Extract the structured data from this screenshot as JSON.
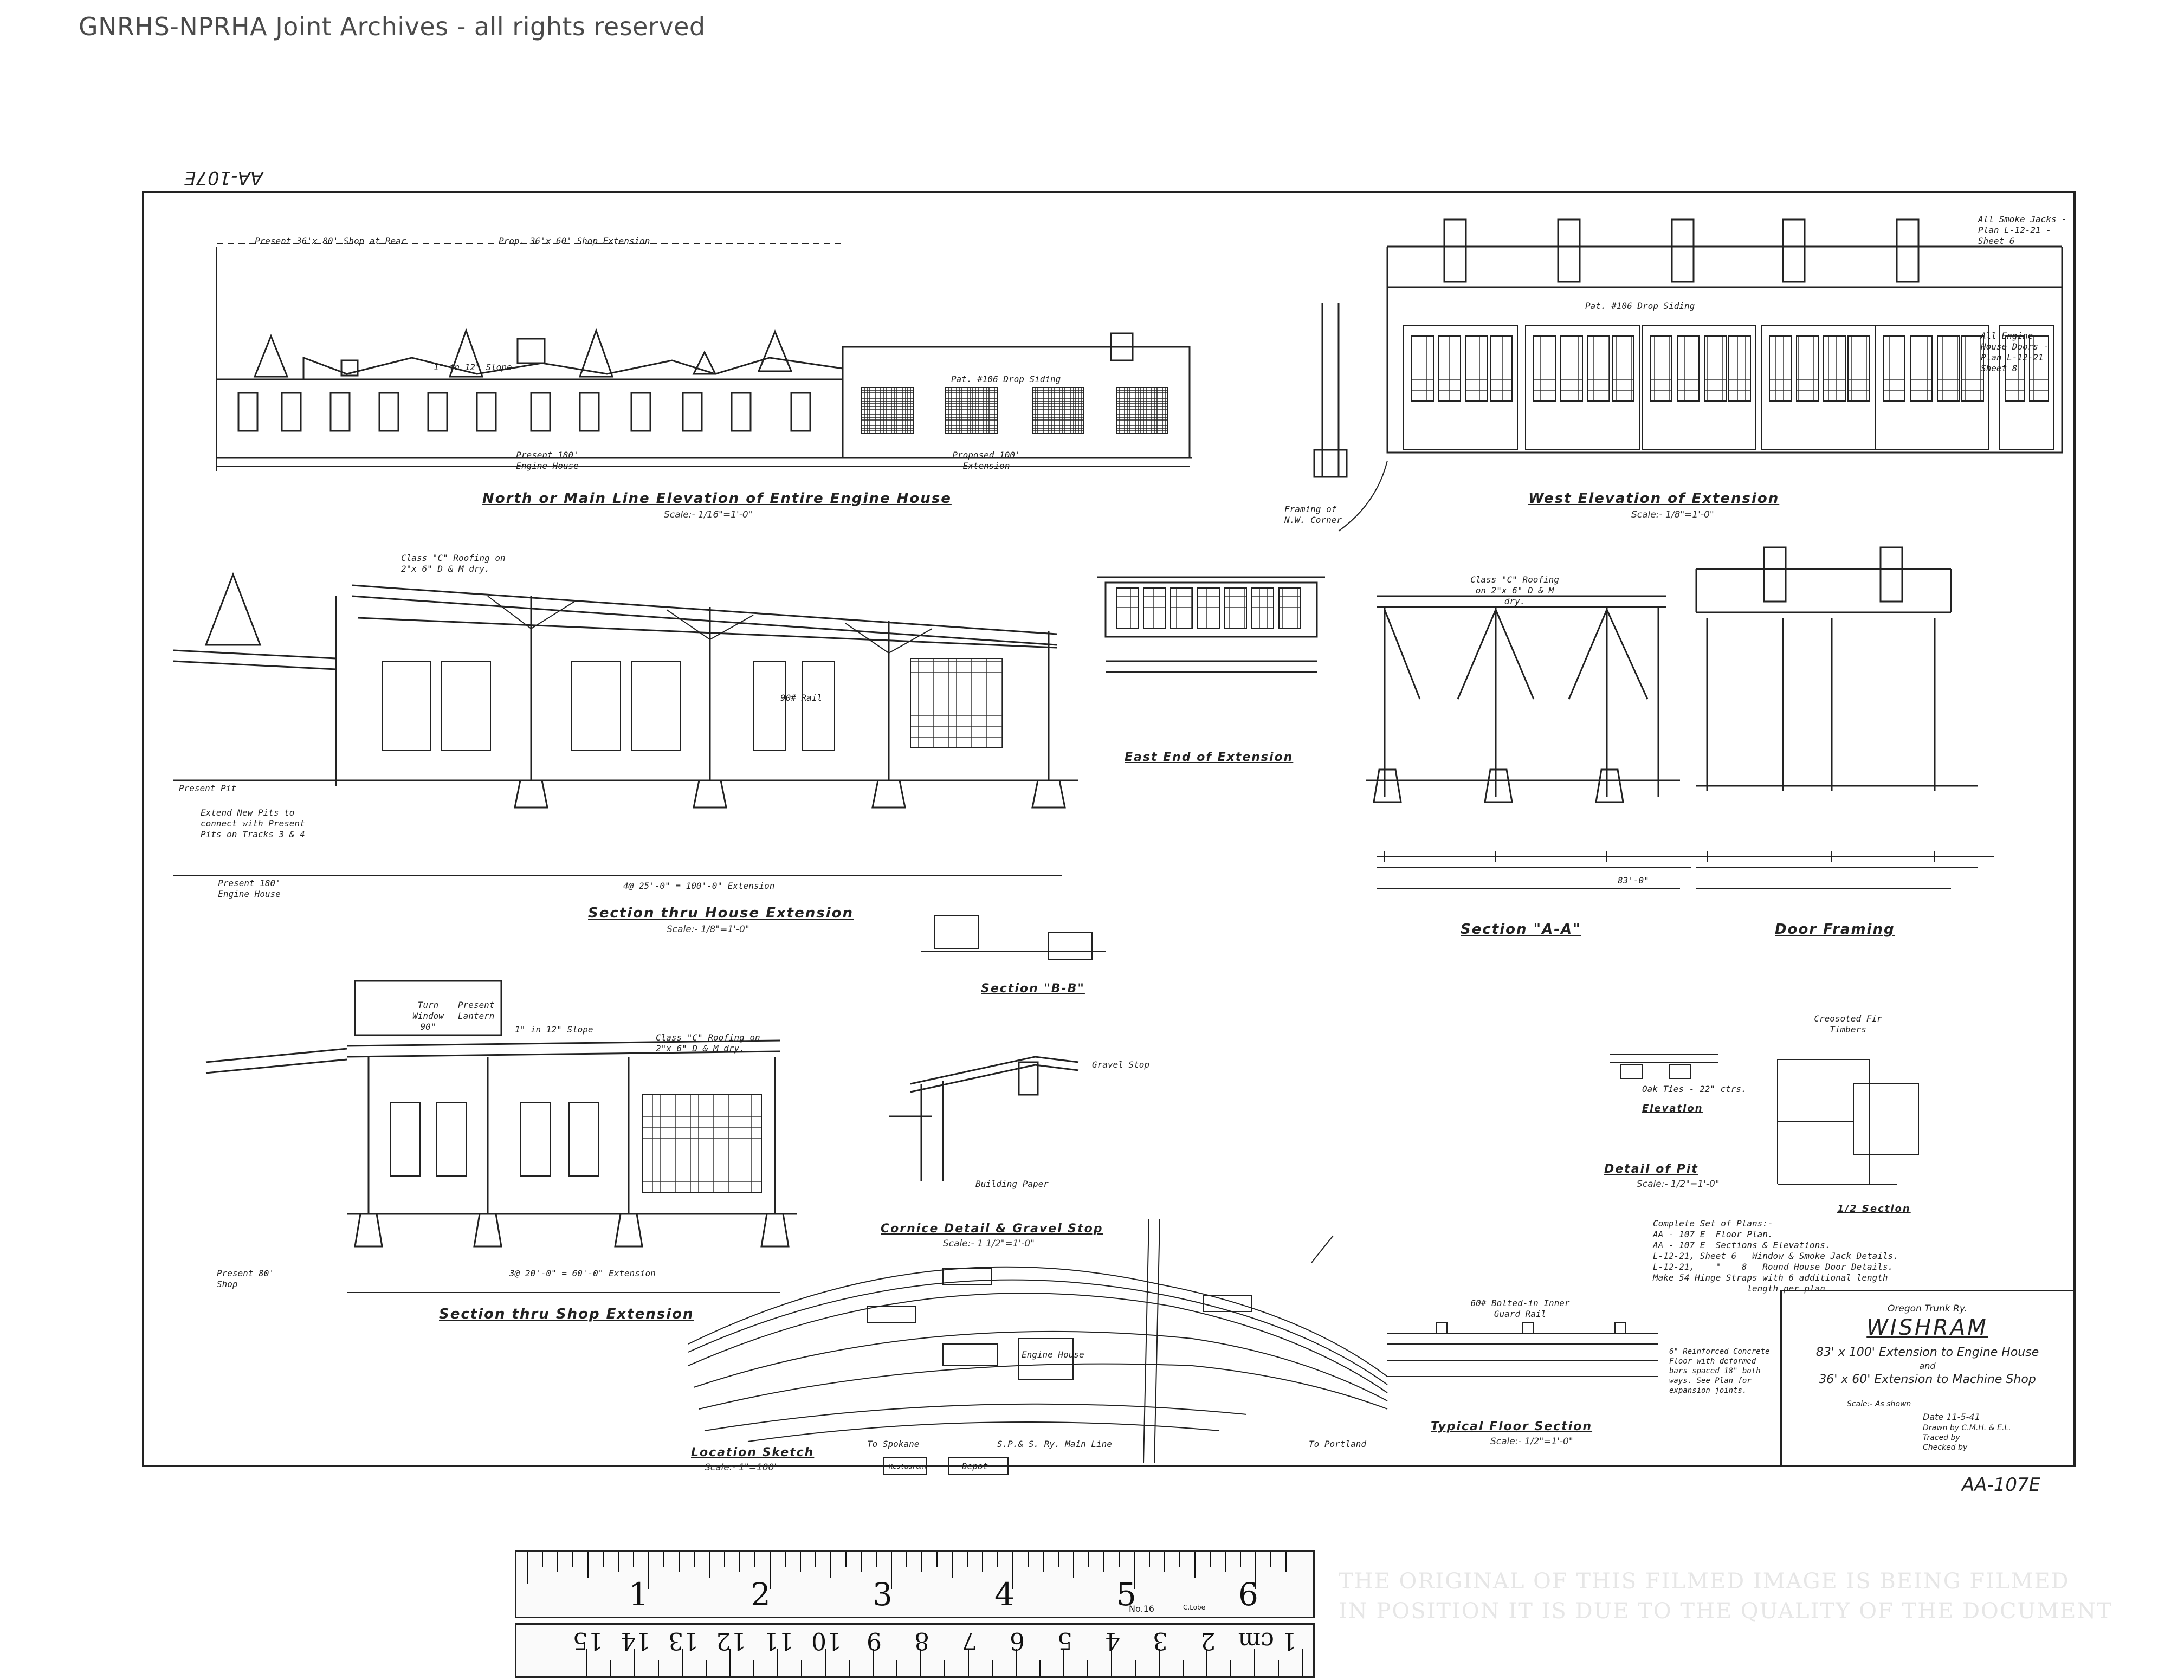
{
  "watermark": "GNRHS-NPRHA Joint Archives - all rights reserved",
  "drawing_number_top": "AA-107E",
  "drawing_number_bottom": "AA-107E",
  "views": {
    "north_elevation": {
      "title": "North or Main Line Elevation of Entire Engine House",
      "scale": "Scale:- 1/16\"=1'-0\""
    },
    "west_elevation": {
      "title": "West Elevation of Extension",
      "scale": "Scale:- 1/8\"=1'-0\""
    },
    "section_house": {
      "title": "Section thru House Extension",
      "scale": "Scale:- 1/8\"=1'-0\""
    },
    "east_end": {
      "title": "East End of Extension"
    },
    "section_aa": {
      "title": "Section \"A-A\""
    },
    "door_framing": {
      "title": "Door Framing"
    },
    "section_bb": {
      "title": "Section \"B-B\""
    },
    "section_shop": {
      "title": "Section thru Shop Extension"
    },
    "cornice": {
      "title": "Cornice Detail & Gravel Stop",
      "scale": "Scale:- 1 1/2\"=1'-0\""
    },
    "location": {
      "title": "Location Sketch",
      "scale": "Scale:- 1\"=100'"
    },
    "typical_floor": {
      "title": "Typical Floor Section",
      "scale": "Scale:- 1/2\"=1'-0\""
    },
    "detail_pit": {
      "title": "Detail of Pit",
      "scale": "Scale:- 1/2\"=1'-0\""
    },
    "elevation_pit": {
      "title": "Elevation"
    },
    "half_section": {
      "title": "1/2 Section"
    }
  },
  "labels": {
    "present_shop": "Present 36'x 80' Shop at Rear",
    "prop_shop": "Prop. 36'x 60' Shop Extension",
    "present_house": "Present 180' Engine House",
    "proposed_ext": "Proposed 100' Extension",
    "drop_siding": "Pat. #106 Drop Siding",
    "smoke_jacks": "All Smoke Jacks - Plan L-12-21 - Sheet 6",
    "engine_doors": "All Engine House Doors - Plan L-12-21 Sheet 8",
    "framing_nw": "Framing of N.W. Corner",
    "roofing": "Class \"C\" Roofing on 2\"x 6\" D & M dry.",
    "ext_dim": "4@ 25'-0\" = 100'-0\" Extension",
    "present_180": "Present 180' Engine House",
    "present_pit": "Present Pit",
    "extend_pits": "Extend New Pits to connect with Present Pits on Tracks 3 & 4",
    "rail_90": "90# Rail",
    "total_83": "83'-0\"",
    "shop_dim": "3@ 20'-0\" = 60'-0\" Extension",
    "present_80": "Present 80' Shop",
    "turn_window": "Turn Window 90\"",
    "present_lantern": "Present Lantern",
    "slope": "1\" in 12\" Slope",
    "gravel_stop": "Gravel Stop",
    "building_paper": "Building Paper",
    "to_spokane": "To Spokane",
    "sps_main": "S.P.& S. Ry. Main Line",
    "to_portland": "To Portland",
    "depot": "Depot",
    "restaurant": "Restaurant",
    "engine_house": "Engine House",
    "inner_guard": "60# Bolted-in Inner Guard Rail",
    "creosoted_ties": "Creosoted Fir Timbers",
    "oak_ties": "Oak Ties - 22\" ctrs.",
    "reinforced": "6\" Reinforced Concrete Floor with deformed bars spaced 18\" both ways. See Plan for expansion joints."
  },
  "plans_note": [
    "Complete Set of Plans:-",
    "AA - 107 E  Floor Plan.",
    "AA - 107 E  Sections & Elevations.",
    "L-12-21, Sheet 6   Window & Smoke Jack Details.",
    "L-12-21,    \"    8   Round House Door Details.",
    "Make 54 Hinge Straps with 6 additional length",
    "                  length per plan."
  ],
  "title_block": {
    "railroad": "Oregon Trunk Ry.",
    "station": "WISHRAM",
    "line1": "83' x 100' Extension to Engine House",
    "and": "and",
    "line2": "36' x 60' Extension to Machine Shop",
    "scale": "Scale:- As shown",
    "date": "Date      11-5-41",
    "drawn": "Drawn by   C.M.H. & E.L.",
    "traced": "Traced by",
    "checked": "Checked by"
  },
  "ruler": {
    "inches": [
      "1",
      "2",
      "3",
      "4",
      "5",
      "6"
    ],
    "cm": [
      "1 cm",
      "2",
      "3",
      "4",
      "5",
      "6",
      "7",
      "8",
      "9",
      "10",
      "11",
      "12",
      "13",
      "14",
      "15"
    ],
    "model": "No.16",
    "brand": "C.Lobe "
  },
  "stamp": [
    "THE ORIGINAL OF THIS FILMED IMAGE IS BEING FILMED",
    "IN POSITION IT IS DUE TO THE QUALITY OF THE DOCUMENT"
  ]
}
